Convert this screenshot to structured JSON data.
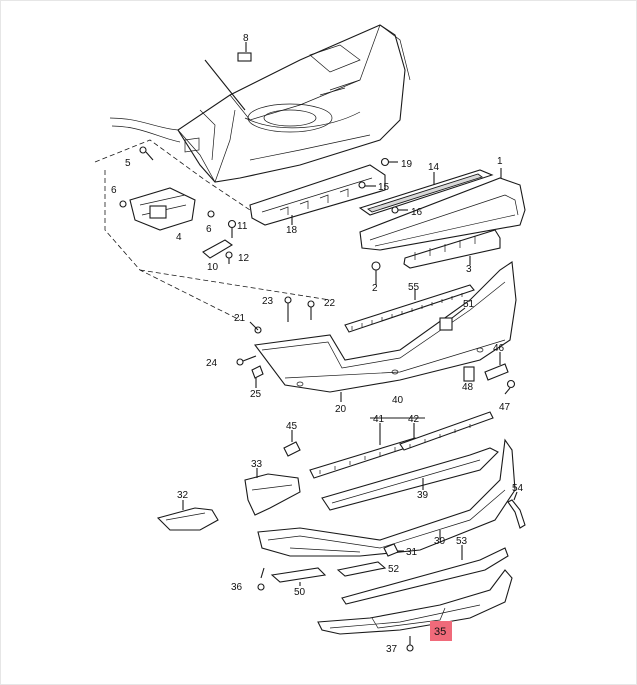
{
  "diagram": {
    "highlighted_callout": "35",
    "highlight_color": "#f06a7a",
    "callouts": {
      "c1": "1",
      "c2": "2",
      "c3": "3",
      "c4": "4",
      "c5": "5",
      "c6a": "6",
      "c6b": "6",
      "c8": "8",
      "c10": "10",
      "c11": "11",
      "c12": "12",
      "c14": "14",
      "c15": "15",
      "c16": "16",
      "c18": "18",
      "c19": "19",
      "c20": "20",
      "c21": "21",
      "c22": "22",
      "c23": "23",
      "c24": "24",
      "c25": "25",
      "c30": "30",
      "c31": "31",
      "c32": "32",
      "c33": "33",
      "c35": "35",
      "c36": "36",
      "c37": "37",
      "c39": "39",
      "c40": "40",
      "c41": "41",
      "c42": "42",
      "c45": "45",
      "c46": "46",
      "c47": "47",
      "c48": "48",
      "c50": "50",
      "c51": "51",
      "c52": "52",
      "c53": "53",
      "c54": "54",
      "c55": "55"
    }
  }
}
